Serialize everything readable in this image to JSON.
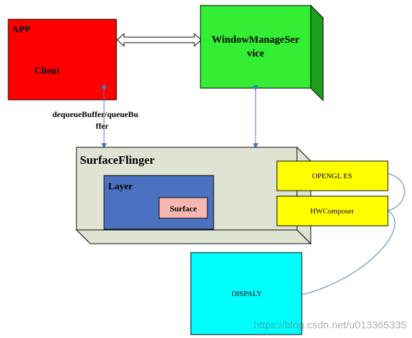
{
  "diagram": {
    "app_box": {
      "title": "APP",
      "label": "Client"
    },
    "wms_box": {
      "label_line1": "WindowManageSer",
      "label_line2": "vice"
    },
    "edge_label": {
      "line1": "dequeueBuffer/queueBu",
      "line2": "ffer"
    },
    "surfaceflinger_box": {
      "title": "SurfaceFlinger"
    },
    "layer_box": {
      "title": "Layer"
    },
    "surface_box": {
      "label": "Surface"
    },
    "opengl_box": {
      "label": "OPENGL ES"
    },
    "hwcomposer_box": {
      "label": "HWComposer"
    },
    "display_box": {
      "label": "DISPALY"
    }
  },
  "watermark": "https://blog.csdn.net/u013365335",
  "colors": {
    "app": "#ff0000",
    "wms": "#33ee33",
    "wms_side": "#1f9e1f",
    "surfaceflinger": "#dfe3d2",
    "layer": "#4a72c0",
    "surface": "#f8b6b0",
    "opengl": "#ffff00",
    "hwcomposer": "#ffff00",
    "display": "#00ffff",
    "arrow": "#4a7ab8"
  }
}
